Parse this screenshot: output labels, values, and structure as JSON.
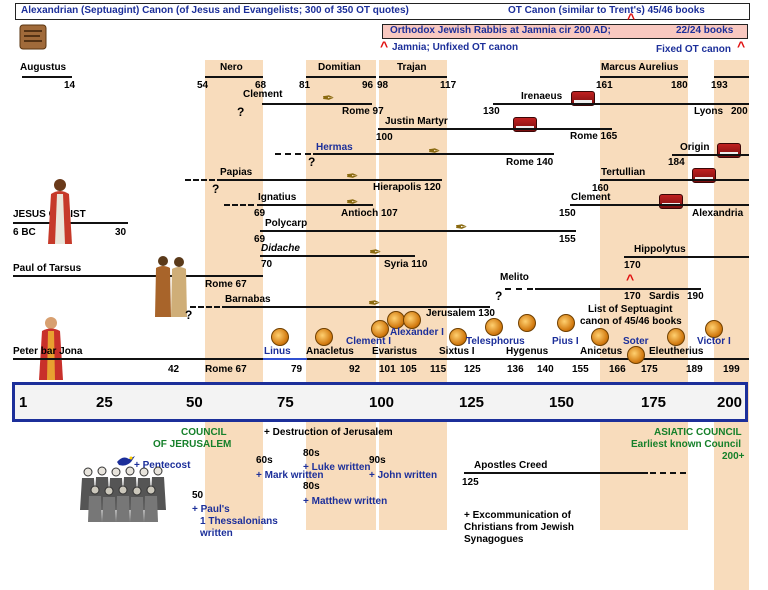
{
  "top": {
    "alexandrian_canon": "Alexandrian (Septuagint) Canon (of Jesus and Evangelists; 300 of 350 OT quotes)",
    "ot_canon": "OT Canon (similar to Trent's) 45/46 books",
    "orthodox_rabbis": "Orthodox Jewish Rabbis at Jamnia cir 200 AD;",
    "rabbis_books": "22/24 books",
    "jamnia": "Jamnia; Unfixed OT canon",
    "fixed_ot_canon": "Fixed OT canon",
    "caret": "^"
  },
  "emperors": [
    {
      "name": "Augustus",
      "end": "14"
    },
    {
      "name": "Nero",
      "start": "54",
      "end": "68"
    },
    {
      "name": "Domitian",
      "start": "81",
      "end": "96"
    },
    {
      "name": "Trajan",
      "start": "98",
      "end": "117"
    },
    {
      "name": "Marcus Aurelius",
      "start": "161",
      "end": "180"
    },
    {
      "start": "193"
    }
  ],
  "people": {
    "clement": {
      "name": "Clement",
      "place": "Rome 97",
      "q": "?"
    },
    "irenaeus": {
      "name": "Irenaeus",
      "start": "130",
      "place": "Lyons",
      "end": "200"
    },
    "justin": {
      "name": "Justin Martyr",
      "start": "100",
      "place": "Rome 165"
    },
    "hermas": {
      "name": "Hermas",
      "place": "Rome 140",
      "q": "?"
    },
    "origin": {
      "name": "Origin",
      "start": "184"
    },
    "papias": {
      "name": "Papias",
      "place": "Hierapolis 120",
      "q": "?"
    },
    "tertullian": {
      "name": "Tertullian",
      "start": "160"
    },
    "ignatius": {
      "name": "Ignatius",
      "start": "69",
      "place": "Antioch 107"
    },
    "clement_alex": {
      "name": "Clement",
      "start": "150",
      "place": "Alexandria"
    },
    "jesus": {
      "name": "JESUS CHRIST",
      "start": "6 BC",
      "end": "30"
    },
    "polycarp": {
      "name": "Polycarp",
      "start": "69",
      "end": "155"
    },
    "didache": {
      "name": "Didache",
      "start": "70",
      "place": "Syria 110"
    },
    "hippolytus": {
      "name": "Hippolytus",
      "start": "170"
    },
    "paul": {
      "name": "Paul of Tarsus",
      "place": "Rome 67"
    },
    "melito": {
      "name": "Melito",
      "q": "?",
      "start": "170",
      "place": "Sardis",
      "end": "190"
    },
    "barnabas": {
      "name": "Barnabas",
      "q": "?",
      "place": "Jerusalem 130"
    },
    "septuagint_list": [
      "List of Septuagint",
      "canon of 45/46 books"
    ],
    "peter": {
      "name": "Peter bar Jona",
      "start": "42",
      "place": "Rome 67"
    }
  },
  "popes": [
    {
      "name": "Linus",
      "year": "79"
    },
    {
      "name": "Anacletus",
      "year": "92"
    },
    {
      "name": "Clement I",
      "year": "101"
    },
    {
      "name": "Alexander I",
      "year": "105"
    },
    {
      "name": "Evaristus",
      "year": "115"
    },
    {
      "name": "Sixtus I",
      "year": "125"
    },
    {
      "name": "Telesphorus",
      "year": "136"
    },
    {
      "name": "Hygenus",
      "year": "140"
    },
    {
      "name": "Pius I",
      "year": "155"
    },
    {
      "name": "Anicetus",
      "year": "166"
    },
    {
      "name": "Soter",
      "year": "175"
    },
    {
      "name": "Eleutherius",
      "year": "189"
    },
    {
      "name": "Victor I",
      "year": "199"
    }
  ],
  "axis_ticks": [
    "1",
    "25",
    "50",
    "75",
    "100",
    "125",
    "150",
    "175",
    "200"
  ],
  "bottom": {
    "council_jerusalem": [
      "COUNCIL",
      "OF JERUSALEM"
    ],
    "pentecost": "+ Pentecost",
    "destruction": "+ Destruction of Jerusalem",
    "mark": {
      "year": "60s",
      "text": "+ Mark written"
    },
    "luke": {
      "year": "80s",
      "text": "+ Luke written"
    },
    "matthew": {
      "year": "80s",
      "text": "+ Matthew written"
    },
    "john": {
      "year": "90s",
      "text": "+ John written"
    },
    "thessalonians": {
      "year": "50",
      "lines": [
        "+ Paul's",
        "1 Thessalonians",
        "written"
      ]
    },
    "apostles_creed": {
      "name": "Apostles Creed",
      "year": "125"
    },
    "excommunication": [
      "+ Excommunication of",
      "Christians from Jewish",
      "Synagogues"
    ],
    "asiatic": [
      "ASIATIC COUNCIL",
      "Earliest known Council",
      "200+"
    ]
  }
}
